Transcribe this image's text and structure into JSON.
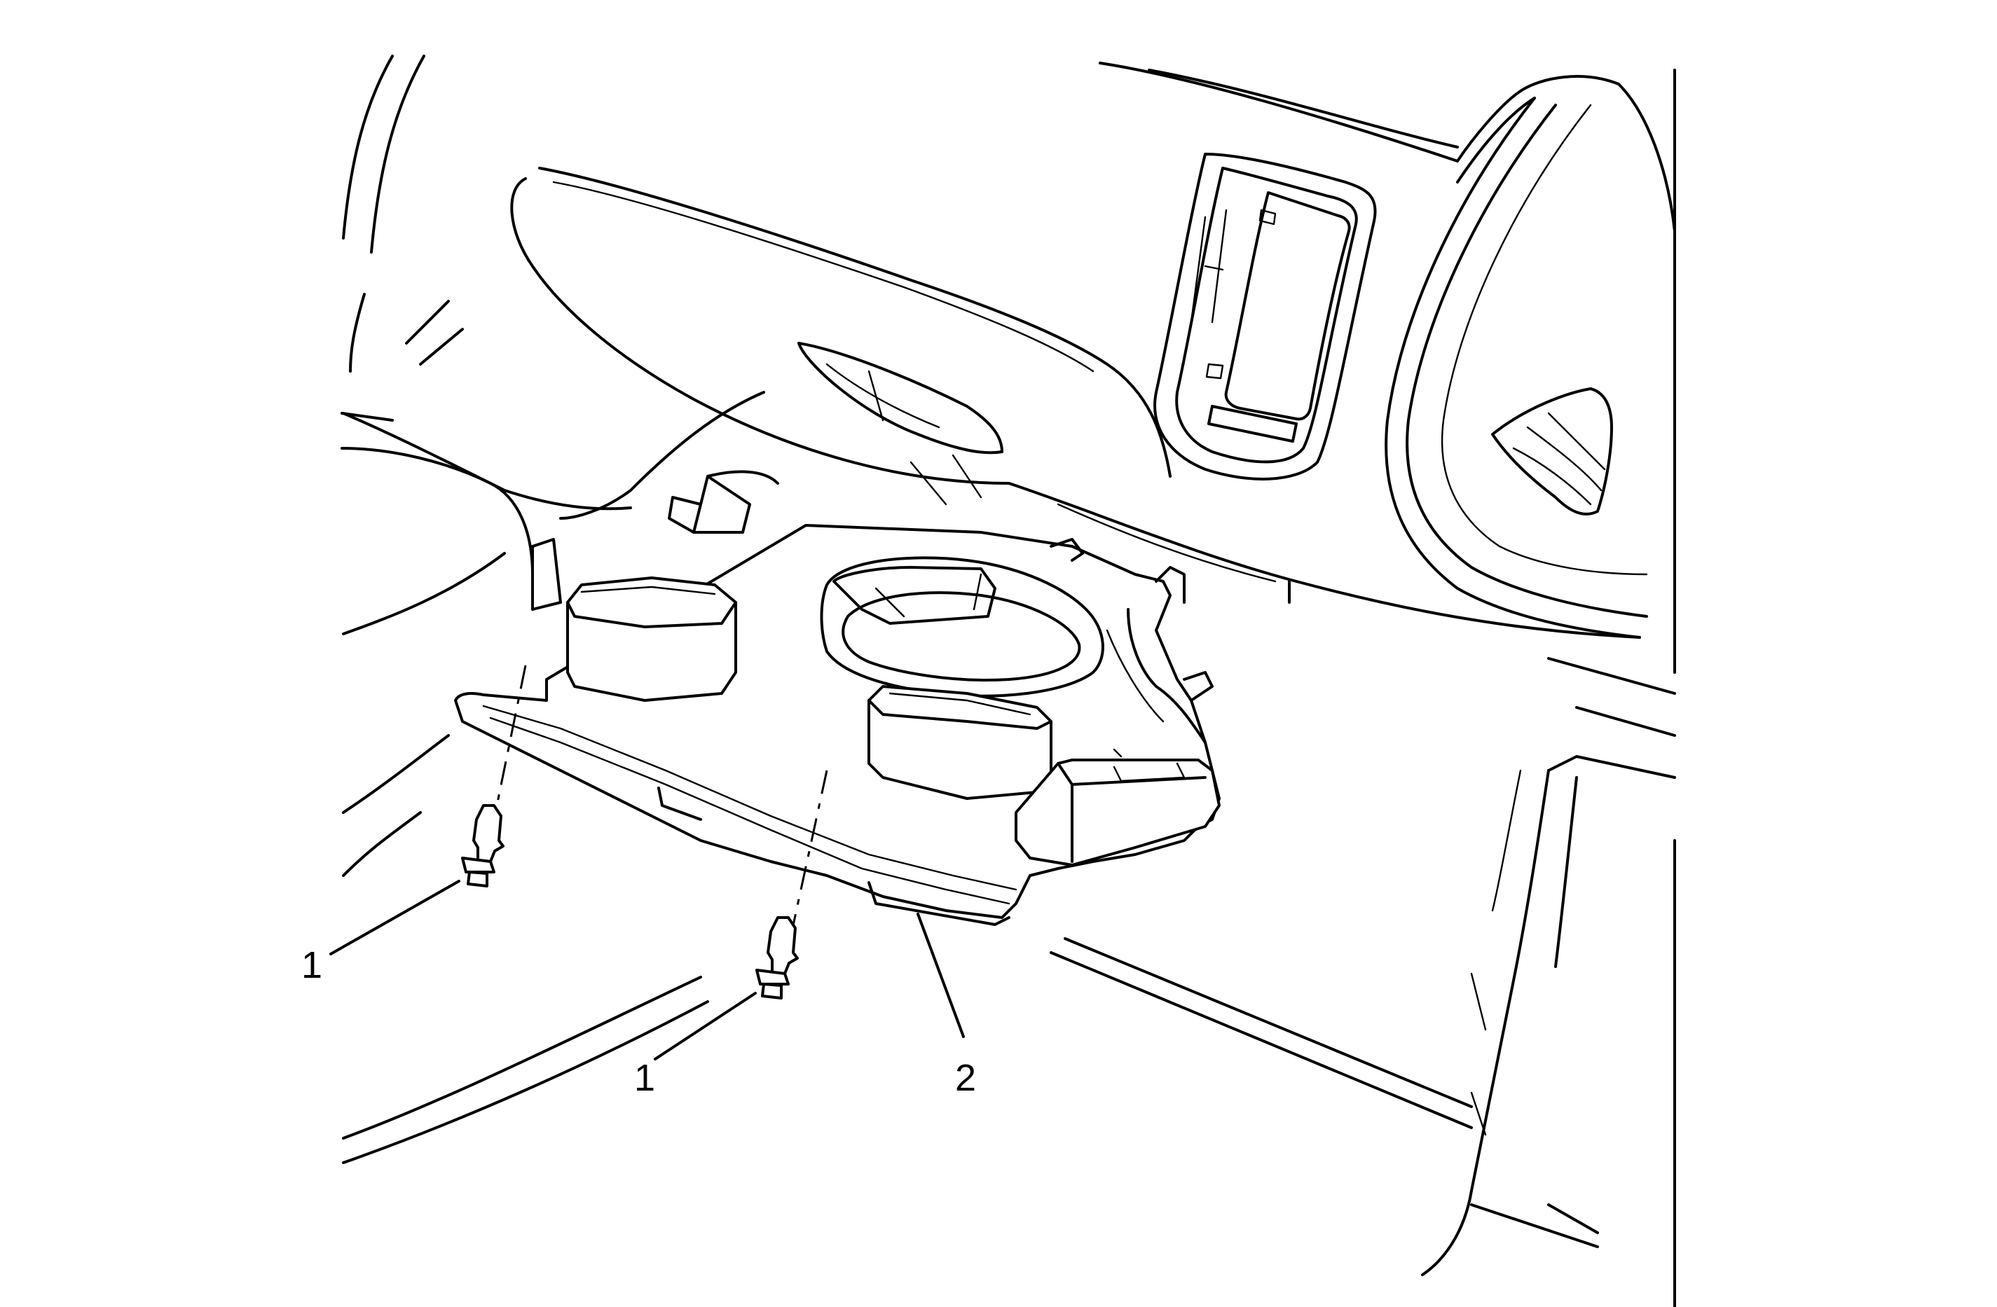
{
  "callouts": [
    {
      "id": "fastener-1a",
      "label": "1"
    },
    {
      "id": "fastener-1b",
      "label": "1"
    },
    {
      "id": "panel-2",
      "label": "2"
    }
  ]
}
